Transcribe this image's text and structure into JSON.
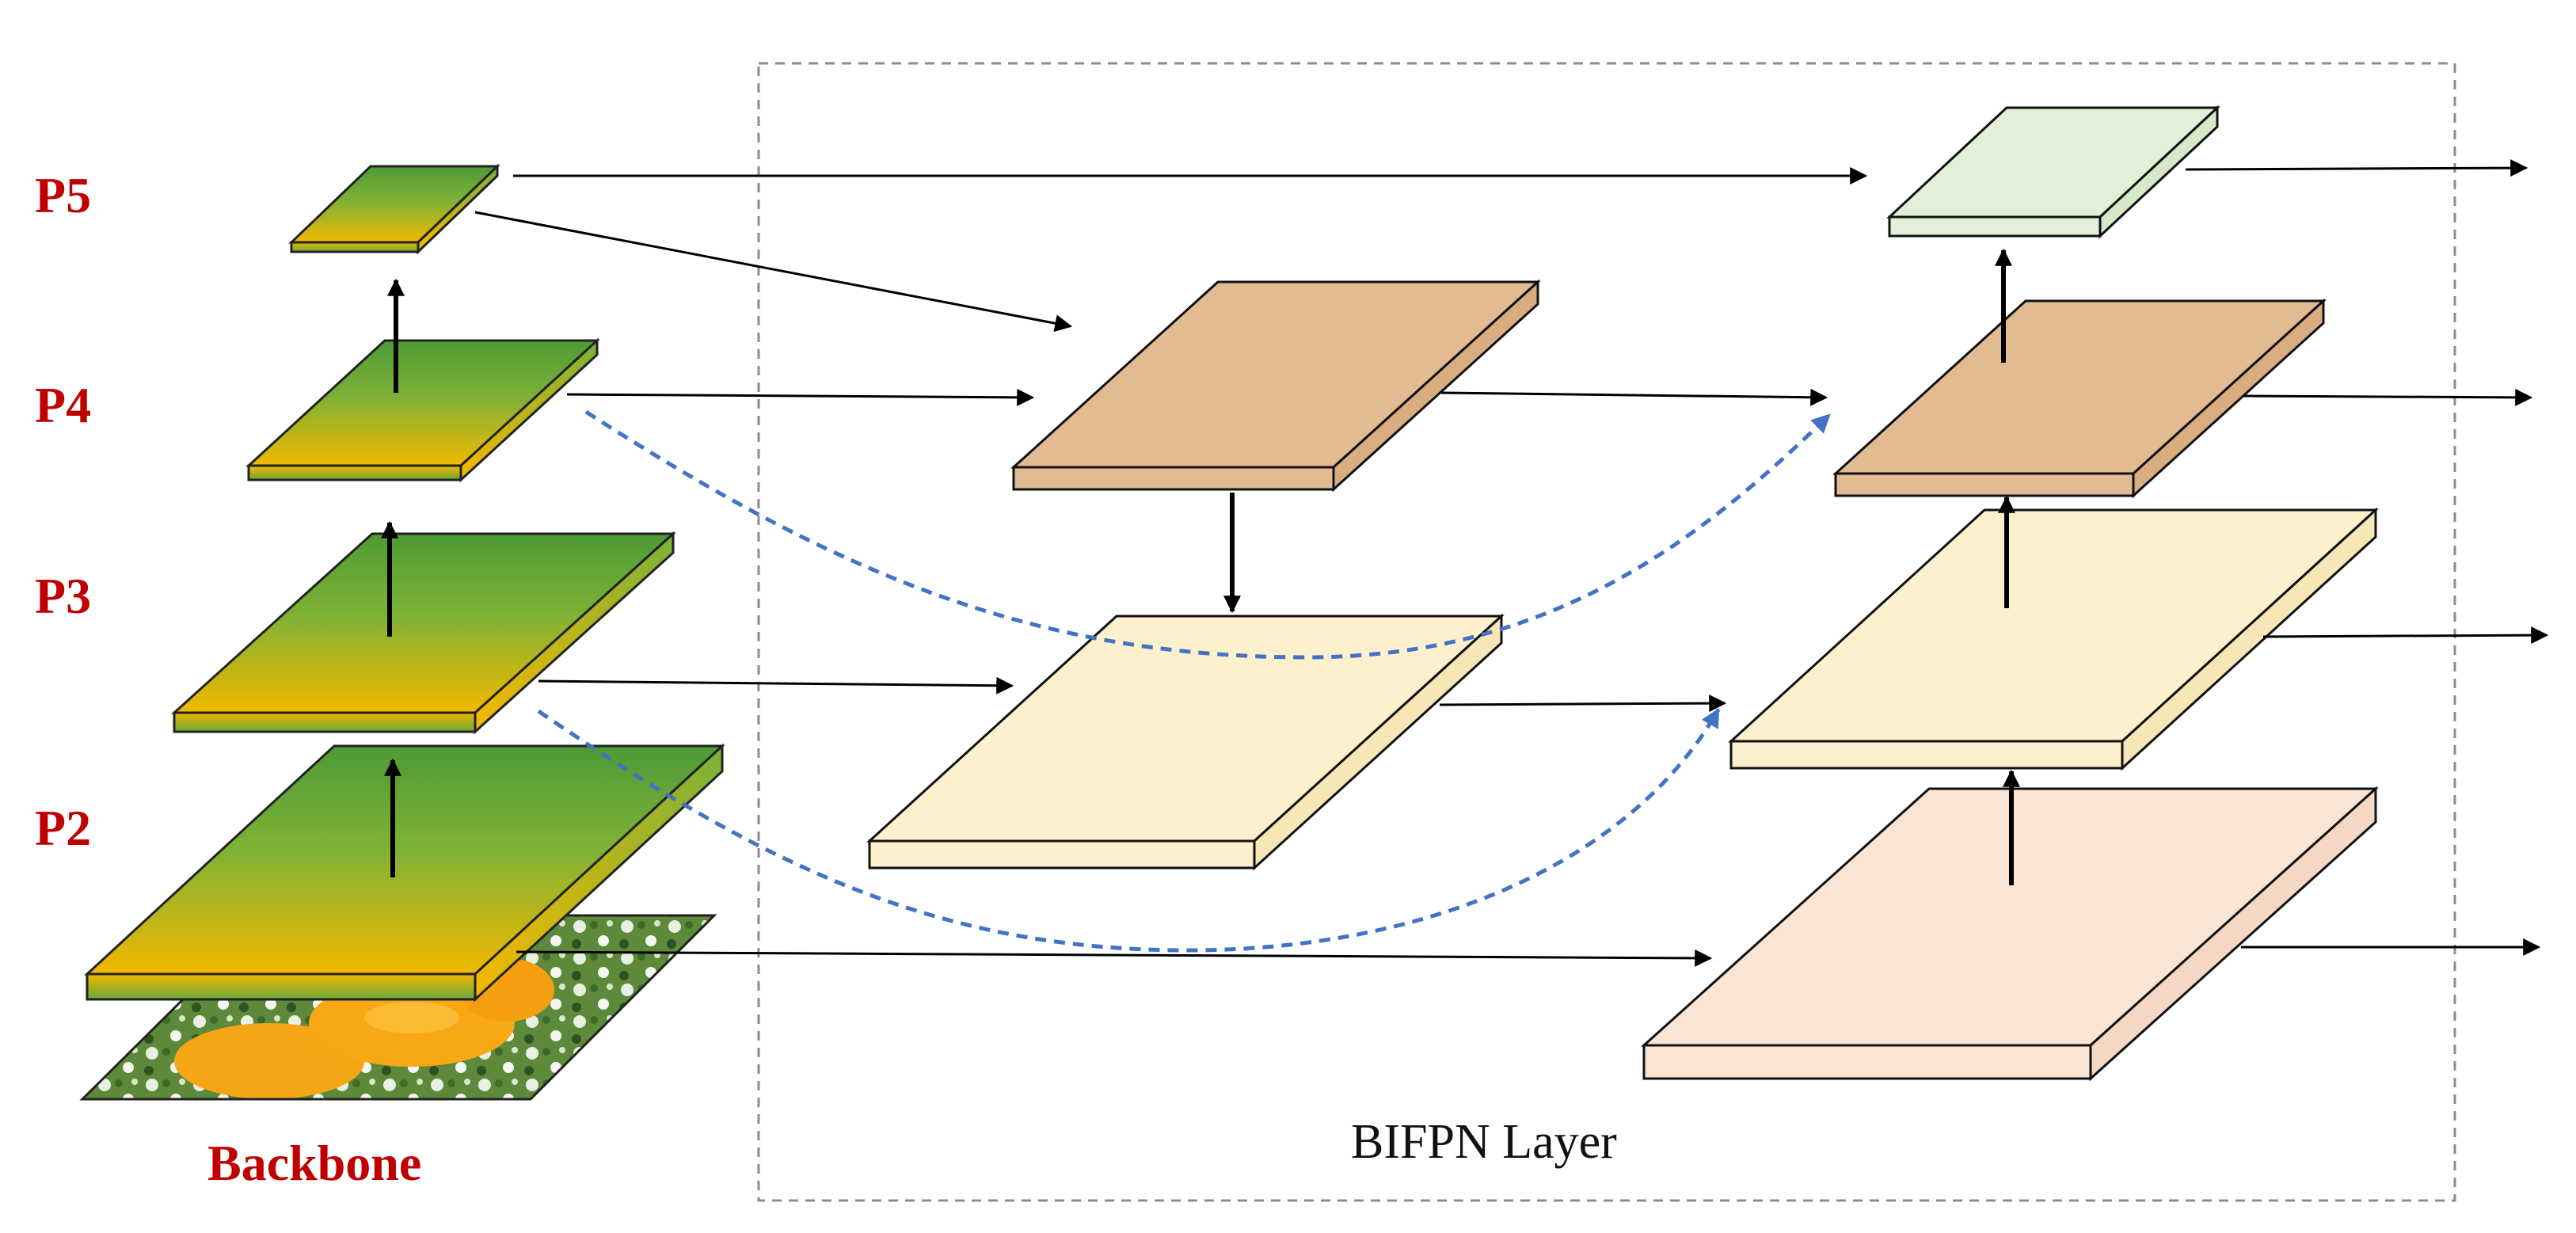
{
  "labels": {
    "p5": "P5",
    "p4": "P4",
    "p3": "P3",
    "p2": "P2",
    "backbone": "Backbone",
    "bifpn": "BIFPN Layer"
  },
  "colors": {
    "label_red": "#c00000",
    "backbone_green": "#5aa83a",
    "backbone_yellow": "#f0b800",
    "node_tan": "#e2bb92",
    "node_cream": "#fdf0cc",
    "node_peach": "#fae5d5",
    "node_mint": "#e2f0d9",
    "arrow_black": "#000000",
    "skip_blue": "#4472c4",
    "box_gray": "#8c8c8c"
  }
}
